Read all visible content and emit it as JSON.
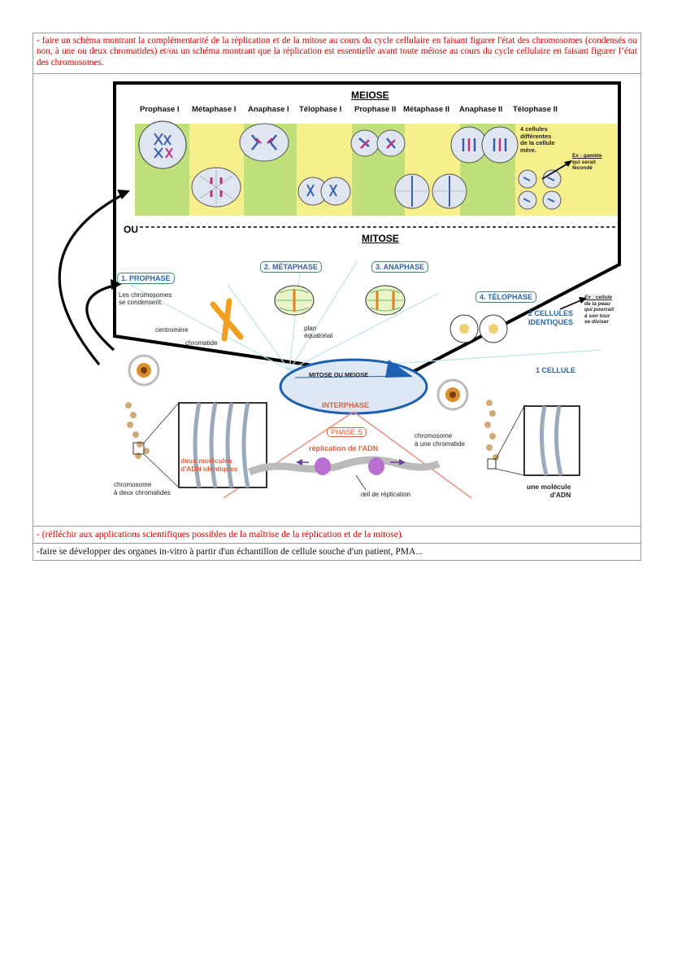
{
  "intro_text": "- faire un schéma montrant la complémentarité de la réplication et de la mitose au cours du cycle cellulaire en faisant figurer l'état des chromosomes (condensés ou non, à une ou deux chromatides) et/ou un schéma montrant que la réplication est essentielle avant toute méiose au cours du cycle cellulaire en faisant figurer l’état des chromosomes.",
  "meiosis": {
    "title": "MEIOSE",
    "phases": [
      "Prophase I",
      "Métaphase I",
      "Anaphase I",
      "Télophase I",
      "Prophase II",
      "Métaphase II",
      "Anaphase II",
      "Télophase II"
    ],
    "four_cells_note": [
      "4 cellules",
      "différentes",
      "de la cellule",
      "mère."
    ],
    "example_note": [
      "Ex : gamète",
      "qui serait",
      "fécondé"
    ]
  },
  "ou_label": "OU",
  "mitosis": {
    "title": "MITOSE",
    "step1": "1. PROPHASE",
    "step1_desc": [
      "Les chromosomes",
      "se condensent."
    ],
    "centromere": "centromère",
    "chromatide": "chromatide",
    "step2": "2. MÉTAPHASE",
    "plan": [
      "plan",
      "équatorial"
    ],
    "step3": "3. ANAPHASE",
    "step4": "4. TÉLOPHASE",
    "two_cells": [
      "2 CELLULES",
      "IDENTIQUES"
    ],
    "skin_note": [
      "Ex : cellule",
      "de la peau",
      "qui pourrait",
      "à son tour",
      "se diviser"
    ],
    "one_cell": "1 CELLULE"
  },
  "cycle": {
    "mitose_ou_meiose": "MITOSE OU MEIOSE",
    "interphase": "INTERPHASE",
    "phase_s": "PHASE S",
    "replication": "réplication de l'ADN",
    "deux_molecules": [
      "deux molécules",
      "d'ADN identiques"
    ],
    "chromosome_deux": [
      "chromosome",
      "à deux chromatides"
    ],
    "chromosome_une": [
      "chromosome",
      "à une chromatide"
    ],
    "oeil": "œil de réplication",
    "une_molecule": [
      "une molécule",
      "d'ADN"
    ]
  },
  "row3_text": "- (réfléchir aux applications scientifiques possibles de la maîtrise de la réplication et de la mitose).",
  "row4_text": "-faire se développer des organes in-vitro à partir d'un échantillon de cellule souche d'un patient, PMA..."
}
